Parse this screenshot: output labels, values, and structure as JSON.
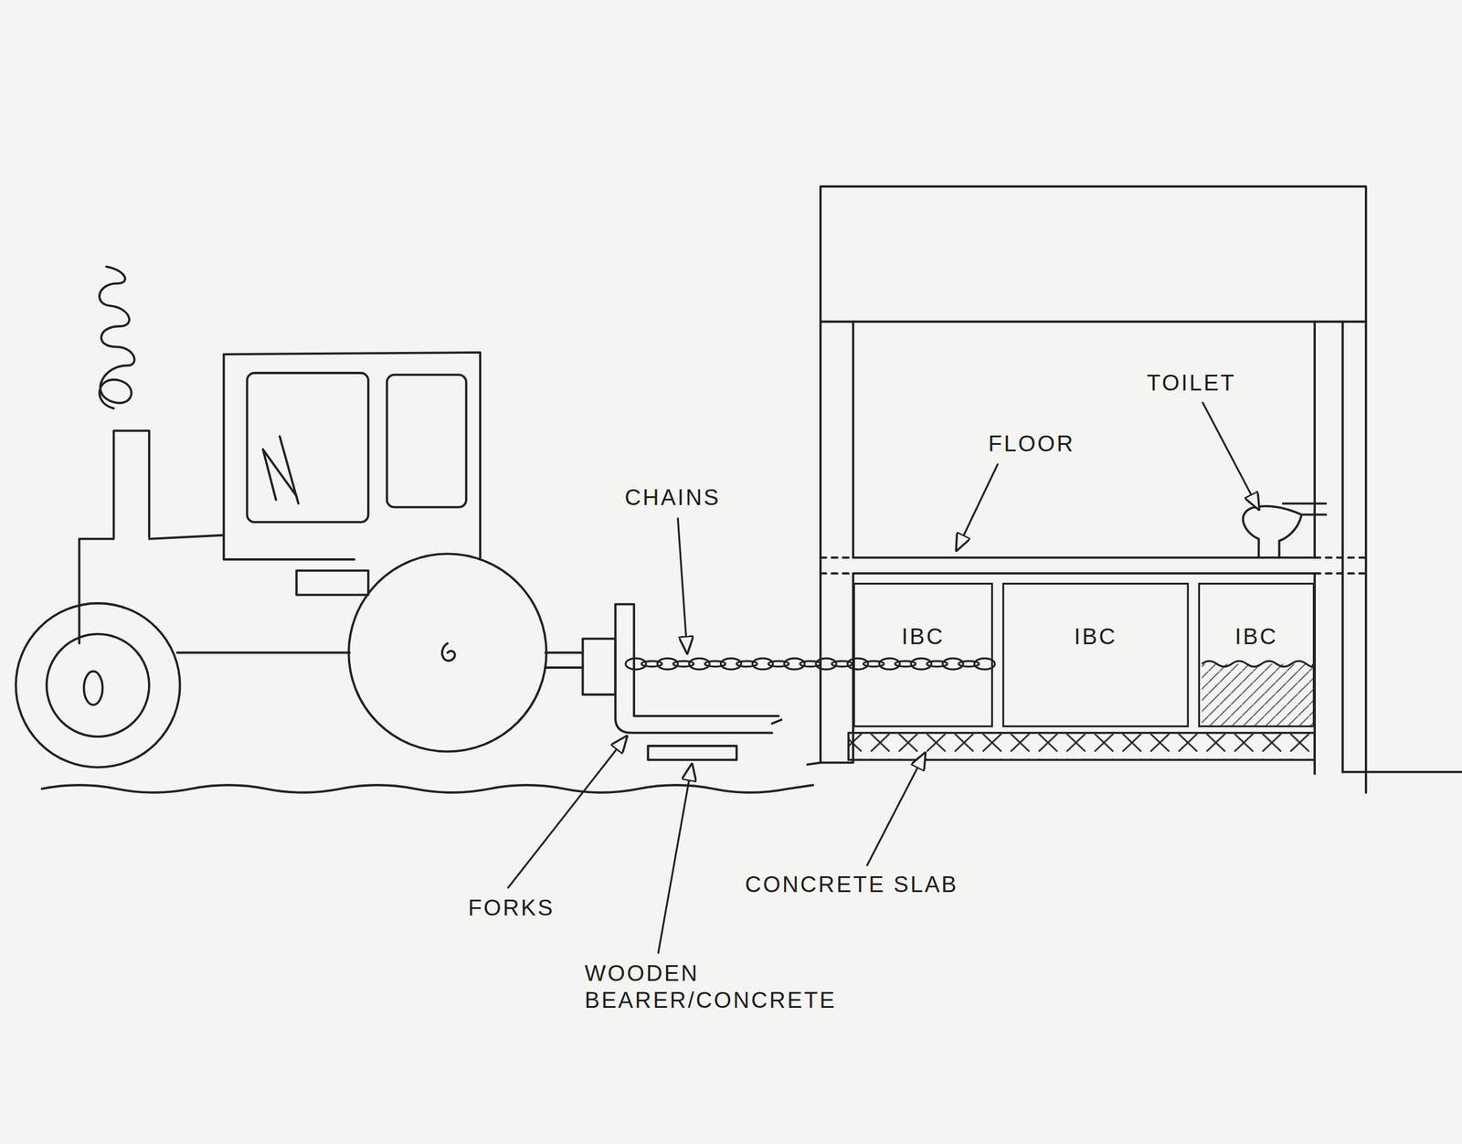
{
  "diagram": {
    "nodes": [
      {
        "text": [
          "IBC"
        ]
      },
      {
        "text": [
          "IBC"
        ]
      },
      {
        "text": [
          "IBC"
        ]
      }
    ],
    "labels": [
      "CHAINS",
      "FLOOR",
      "TOILET",
      "FORKS",
      "WOODEN BEARER/CONCRETE",
      "CONCRETE SLAB"
    ]
  }
}
